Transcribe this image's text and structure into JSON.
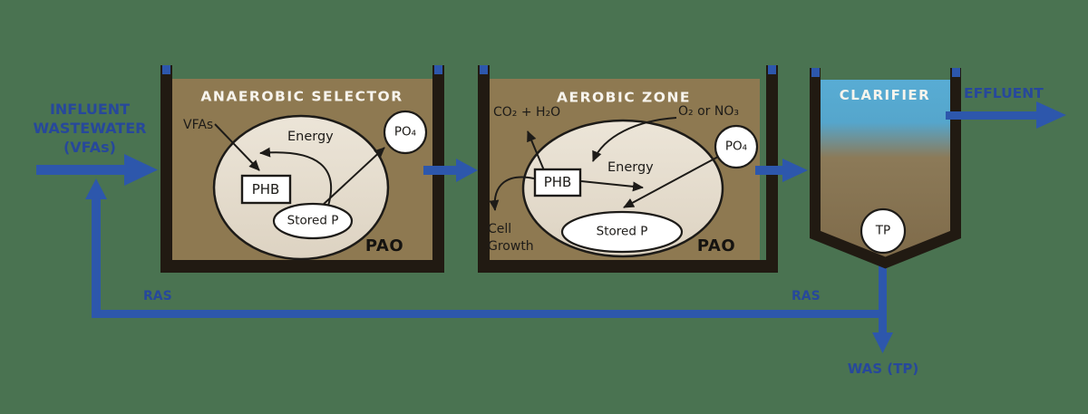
{
  "colors": {
    "background_green": "#4A7351",
    "flow_blue": "#2D57AC",
    "label_blue": "#27489B",
    "tank_brown": "#8E7951",
    "cell_cream": "#E3DACB",
    "clarifier_water_blue": "#58ACD4",
    "sludge_brown": "#7F6B4A",
    "wall_black": "#211A12"
  },
  "influent": {
    "line1": "INFLUENT",
    "line2": "WASTEWATER",
    "line3": "(VFAs)"
  },
  "labels": {
    "effluent": "EFFLUENT",
    "ras_left": "RAS",
    "ras_right": "RAS",
    "was": "WAS (TP)"
  },
  "anaerobic": {
    "title": "ANAEROBIC SELECTOR",
    "vfas": "VFAs",
    "energy": "Energy",
    "phb": "PHB",
    "stored_p": "Stored P",
    "po4": "PO₄",
    "pao": "PAO"
  },
  "aerobic": {
    "title": "AEROBIC ZONE",
    "co2_h2o": "CO₂ + H₂O",
    "o2_no3": "O₂ or NO₃",
    "energy": "Energy",
    "phb": "PHB",
    "stored_p": "Stored P",
    "cell_growth": "Cell\nGrowth",
    "po4": "PO₄",
    "pao": "PAO"
  },
  "clarifier": {
    "title": "CLARIFIER",
    "tp": "TP"
  }
}
